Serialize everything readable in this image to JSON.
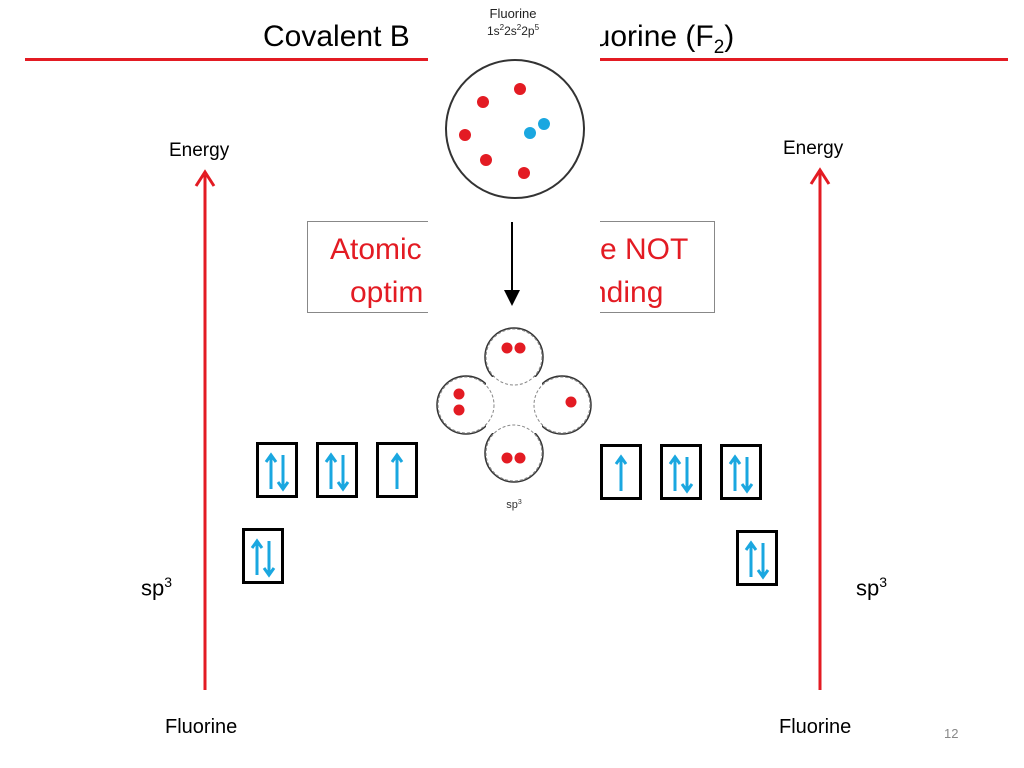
{
  "title": {
    "left": "Covalent B",
    "right_main": "luorine (F",
    "right_sub": "2",
    "right_end": ")"
  },
  "axes": {
    "left_energy": "Energy",
    "right_energy": "Energy",
    "left_bottom": "Fluorine",
    "right_bottom": "Fluorine"
  },
  "note": {
    "line1_left": "Atomic",
    "line1_right": "re NOT",
    "line2_left": "optim",
    "line2_right": "nding"
  },
  "center_figure": {
    "atom_label": "Fluorine",
    "config_parts": [
      "1s",
      "2",
      "2s",
      "2",
      "2p",
      "5"
    ],
    "hybrid_label": "sp",
    "hybrid_sup": "3"
  },
  "levels": {
    "left_label": "sp",
    "left_sup": "3",
    "right_label": "sp",
    "right_sup": "3"
  },
  "orbitals": {
    "left_upper": [
      "paired",
      "paired",
      "up"
    ],
    "left_lower": [
      "paired"
    ],
    "right_upper": [
      "up",
      "paired",
      "paired"
    ],
    "right_lower": [
      "paired"
    ]
  },
  "colors": {
    "accent_red": "#e31b23",
    "electron_blue": "#1aa7e0",
    "electron_red": "#e31b23"
  },
  "page_number": "12"
}
